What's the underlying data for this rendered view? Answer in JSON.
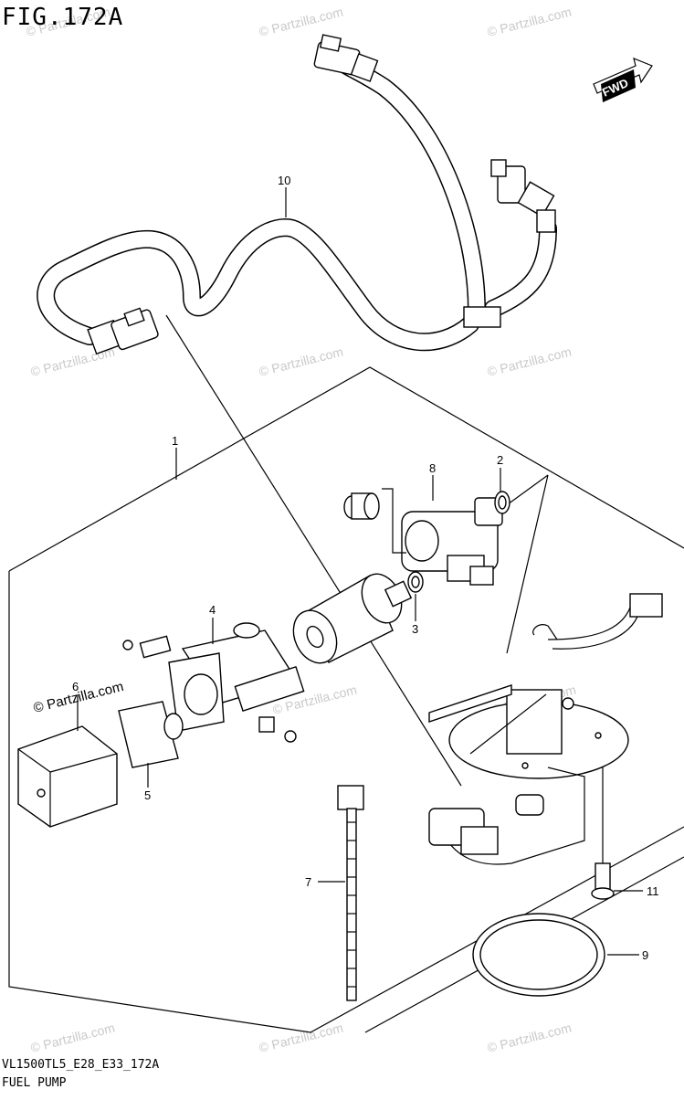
{
  "figure": {
    "title": "FIG.172A",
    "model_code": "VL1500TL5_E28_E33_172A",
    "name": "FUEL PUMP"
  },
  "direction_badge": {
    "label": "FWD"
  },
  "watermark": {
    "text": "© Partzilla.com",
    "dark_text": "© Partzilla.com"
  },
  "callouts": [
    "1",
    "2",
    "3",
    "4",
    "5",
    "6",
    "7",
    "8",
    "9",
    "10",
    "11"
  ]
}
